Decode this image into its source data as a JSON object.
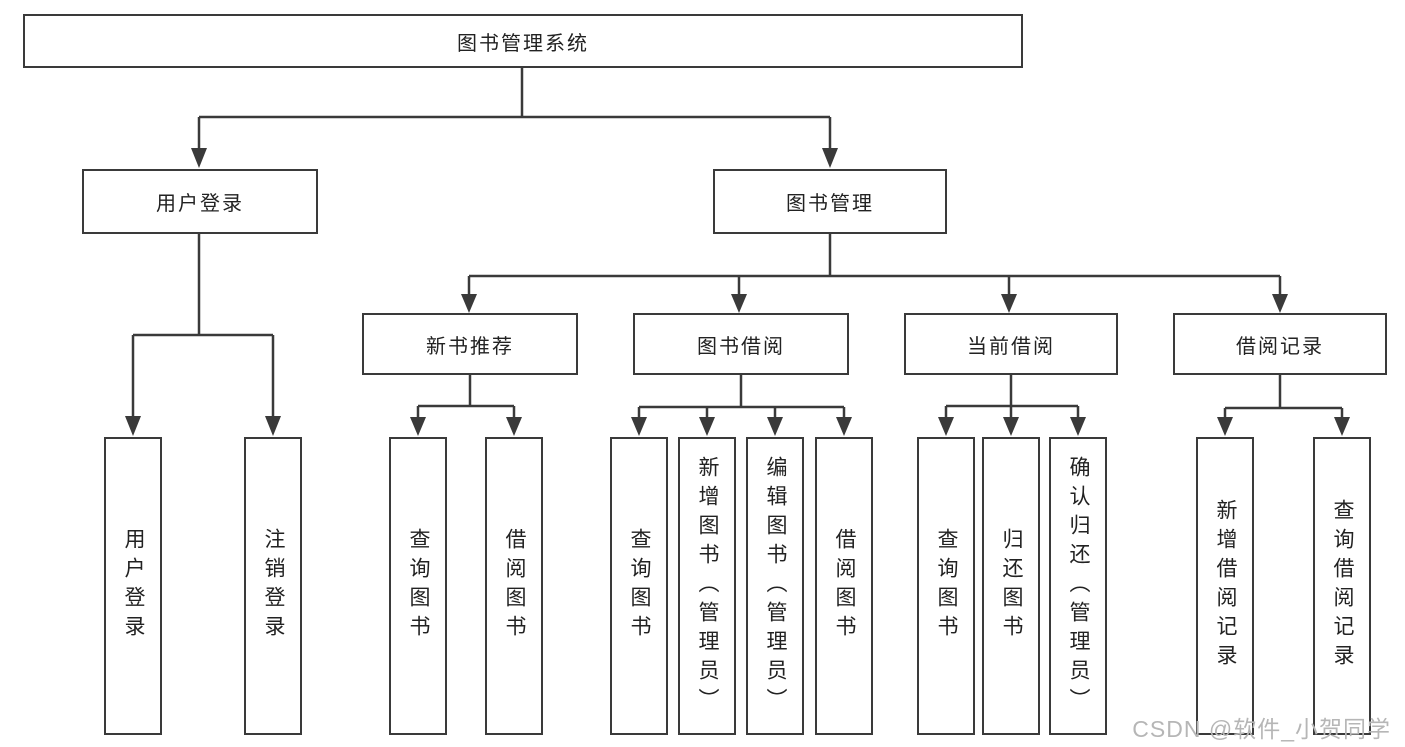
{
  "diagram": {
    "title": "图书管理系统",
    "level2": [
      {
        "label": "用户登录"
      },
      {
        "label": "图书管理"
      }
    ],
    "level3": [
      {
        "label": "新书推荐"
      },
      {
        "label": "图书借阅"
      },
      {
        "label": "当前借阅"
      },
      {
        "label": "借阅记录"
      }
    ],
    "level4": [
      {
        "label": "用户登录"
      },
      {
        "label": "注销登录"
      },
      {
        "label": "查询图书"
      },
      {
        "label": "借阅图书"
      },
      {
        "label": "查询图书"
      },
      {
        "label": "新增图书（管理员）"
      },
      {
        "label": "编辑图书（管理员）"
      },
      {
        "label": "借阅图书"
      },
      {
        "label": "查询图书"
      },
      {
        "label": "归还图书"
      },
      {
        "label": "确认归还（管理员）"
      },
      {
        "label": "新增借阅记录"
      },
      {
        "label": "查询借阅记录"
      }
    ],
    "watermark": "CSDN @软件_小贺同学",
    "colors": {
      "line": "#3a3a3a",
      "text": "#222222",
      "watermark": "#b6b6b6",
      "background": "#ffffff"
    }
  }
}
